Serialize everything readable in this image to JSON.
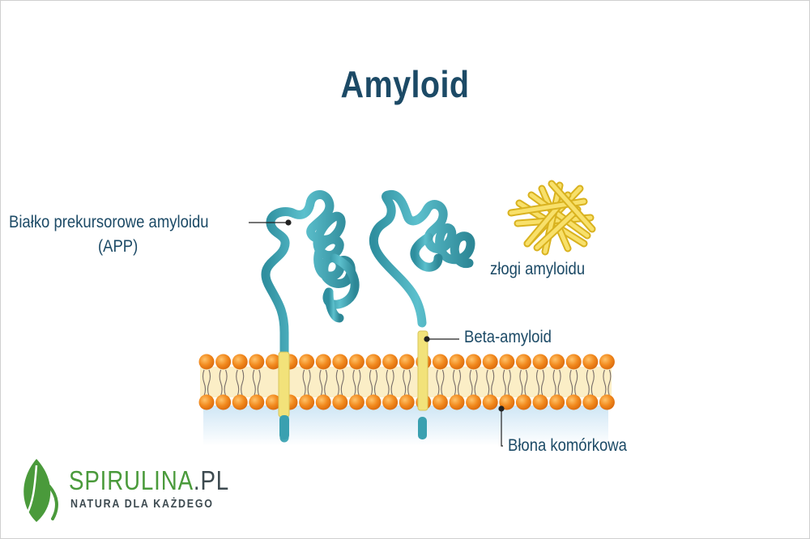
{
  "title": "Amyloid",
  "labels": {
    "app_line1": "Białko prekursorowe amyloidu",
    "app_line2": "(APP)",
    "beta_amyloid": "Beta-amyloid",
    "fibrils": "złogi amyloidu",
    "membrane": "Błona komórkowa"
  },
  "logo": {
    "name": "SPIRULINA",
    "tld": ".PL",
    "tagline": "NATURA DLA KAŻDEGO"
  },
  "colors": {
    "title": "#1c4a66",
    "protein": "#3aa0b0",
    "beta_amyloid": "#f2e27a",
    "lipid_head": "#f08a1c",
    "fibril": "#f5d846",
    "brand_green": "#4a9a3b"
  }
}
